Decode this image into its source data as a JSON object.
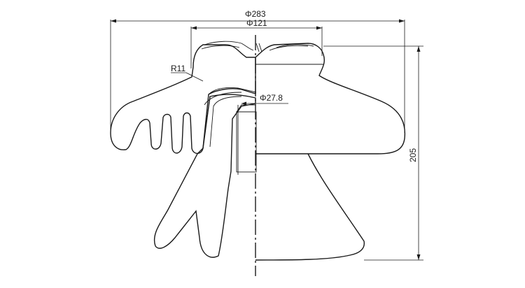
{
  "drawing": {
    "dims": {
      "outer_diameter": "Φ283",
      "top_diameter": "Φ121",
      "bore_diameter": "Φ27.8",
      "height": "205",
      "radius": "R11"
    }
  }
}
